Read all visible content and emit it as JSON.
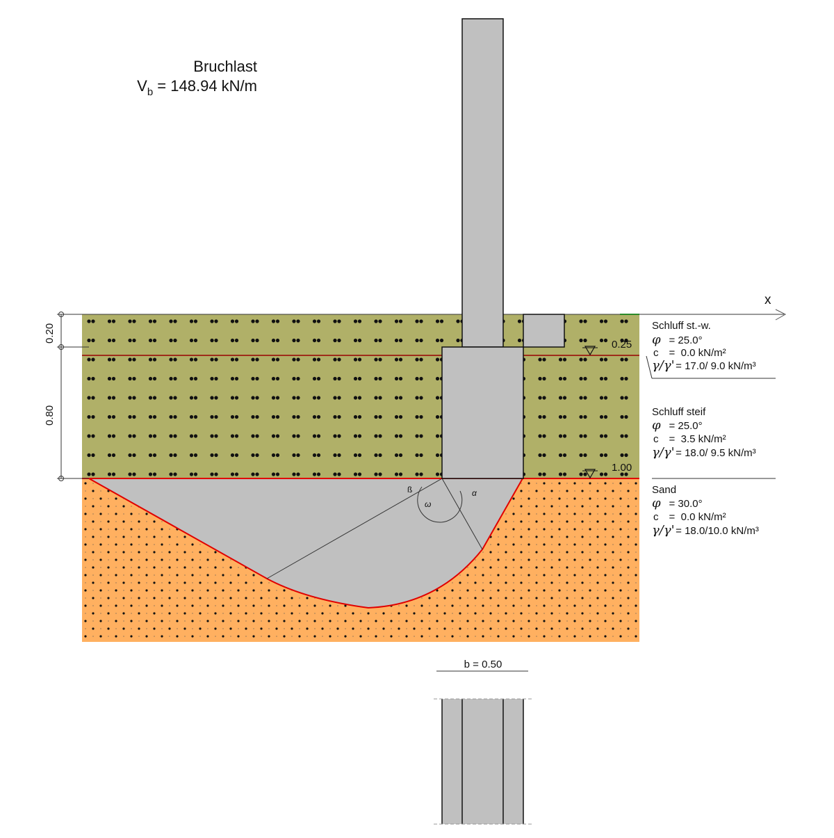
{
  "title": {
    "line1": "Bruchlast",
    "v_symbol": "V",
    "v_sub": "b",
    "v_value": " = 148.94 kN/m"
  },
  "axis_label": "x",
  "dimensions": {
    "top_layer": "0.20",
    "second_layer": "0.80",
    "width": "b = 0.50"
  },
  "water_levels": {
    "upper": "0.25",
    "lower": "1.00"
  },
  "angles": {
    "beta": "ß",
    "omega": "ω",
    "alpha": "α"
  },
  "layers": [
    {
      "name": "Schluff st.-w.",
      "phi_sym": "φ",
      "phi": "   = 25.0°",
      "c_sym": "c",
      "c": "   =  0.0 kN/m²",
      "gamma_sym": "γ/γ'",
      "gamma": " = 17.0/ 9.0 kN/m³",
      "color": "#b0b068"
    },
    {
      "name": "Schluff steif",
      "phi_sym": "φ",
      "phi": "   = 25.0°",
      "c_sym": "c",
      "c": "   =  3.5 kN/m²",
      "gamma_sym": "γ/γ'",
      "gamma": " = 18.0/ 9.5 kN/m³",
      "color": "#b0b068"
    },
    {
      "name": "Sand",
      "phi_sym": "φ",
      "phi": "   = 30.0°",
      "c_sym": "c",
      "c": "   =  0.0 kN/m²",
      "gamma_sym": "γ/γ'",
      "gamma": " = 18.0/10.0 kN/m³",
      "color": "#ffb060"
    }
  ],
  "colors": {
    "concrete": "#c0c0c0",
    "failure_line": "#e00000",
    "layer_boundary": "#990000",
    "silt": "#b0b068",
    "sand": "#ffb060"
  }
}
